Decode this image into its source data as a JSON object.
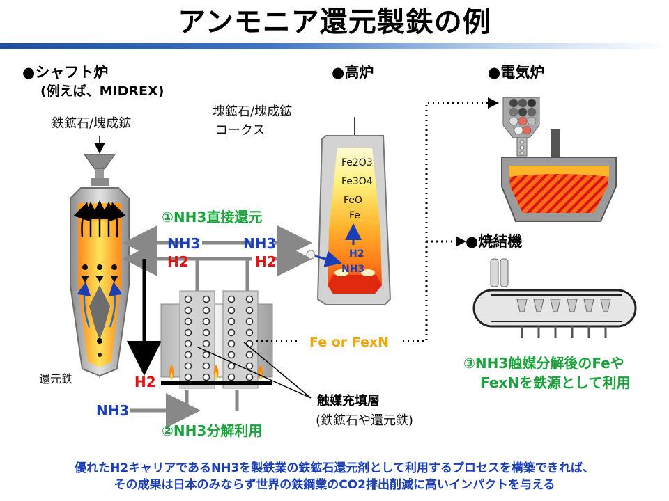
{
  "title": "アンモニア還元製鉄の例",
  "shaft": {
    "heading": "●シャフト炉",
    "subheading": "(例えば、MIDREX)",
    "input_label": "鉄鉱石/塊成鉱",
    "output_label": "還元鉄"
  },
  "blast": {
    "heading": "●高炉",
    "input_line1": "塊鉱石/塊成鉱",
    "input_line2": "コークス",
    "layers": [
      "Fe2O3",
      "Fe3O4",
      "FeO",
      "Fe"
    ],
    "gas_h2": "H2",
    "gas_nh3": "NH3"
  },
  "eaf": {
    "heading": "●電気炉"
  },
  "sinter": {
    "heading": "●焼結機"
  },
  "flow": {
    "direct_reduction": "①NH3直接還元",
    "decomposition": "②NH3分解利用",
    "source_line1": "③NH3触媒分解後のFeや",
    "source_line2": "FexNを鉄源として利用",
    "nh3": "NH3",
    "h2": "H2",
    "fe_label": "Fe or FexN",
    "catalyst_label": "触媒充填層",
    "catalyst_sub": "(鉄鉱石や還元鉄)"
  },
  "footer": {
    "line1": "優れたH2キャリアであるNH3を製鉄業の鉄鉱石還元剤として利用するプロセスを構築できれば、",
    "line2": "その成果は日本のみならず世界の鉄鋼業のCO2排出削減に高いインパクトを与える"
  },
  "colors": {
    "title_band": "#1f4e9c",
    "nh3_text": "#1a3eb5",
    "h2_text": "#e01414",
    "process_label": "#1aa33c",
    "fe_label": "#f0a800"
  }
}
